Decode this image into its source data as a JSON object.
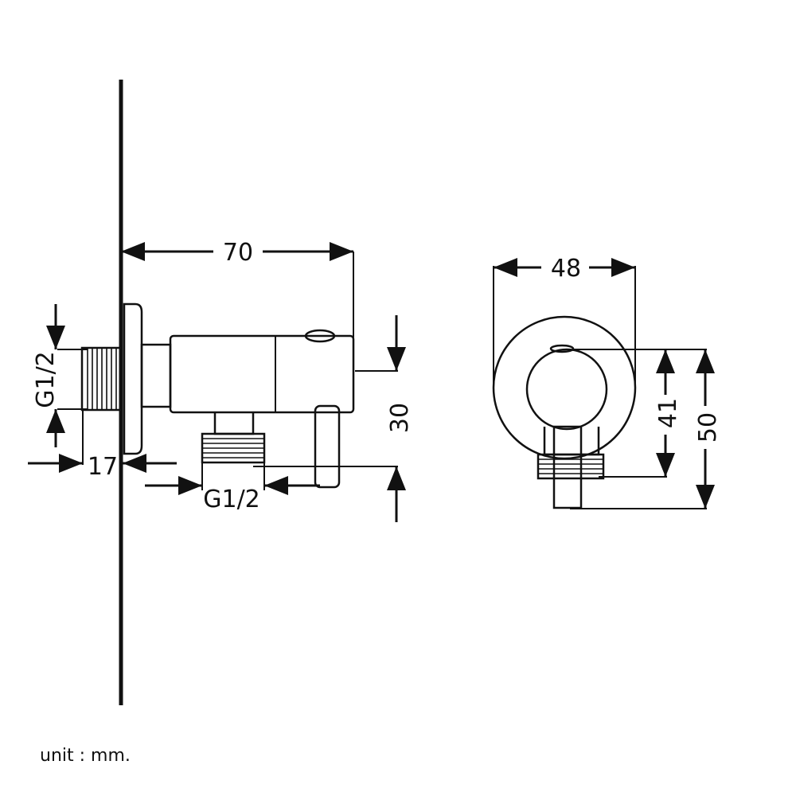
{
  "dimensions": {
    "side_width": "70",
    "side_height": "30",
    "inlet_thread": "G1/2",
    "outlet_thread": "G1/2",
    "wall_depth": "17",
    "front_width": "48",
    "front_height_inner": "41",
    "front_height_outer": "50"
  },
  "unit_label": "unit : mm.",
  "colors": {
    "line": "#111111",
    "background": "#ffffff"
  }
}
